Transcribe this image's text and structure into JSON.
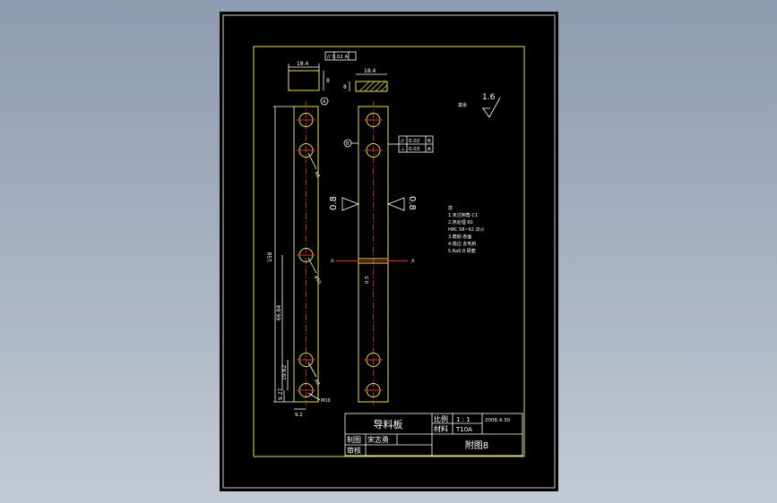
{
  "colors": {
    "background": "#9aa6b8",
    "sheet": "#000000",
    "frame": "#ffffff",
    "outline": "#e8e04a",
    "centerline": "#e0302a",
    "text": "#ffffff"
  },
  "dims": {
    "top_width_left": "18.4",
    "top_width_right": "18.4",
    "top_height_left": "8",
    "top_height_right": "8",
    "parallel_tol_top": "// 0.02 A",
    "total_length": "158",
    "dim_6684": "66.84",
    "dim_1962": "19.62",
    "dim_927": "9.27",
    "dim_92": "9.2",
    "dim_05": "0.5",
    "dim_r8": "R8",
    "thread": "M10",
    "hole_dia": "φ10",
    "roughness_08_left": "0.8",
    "roughness_08_right": "0.8",
    "roughness_16": "1.6",
    "roughness_other_label": "其余",
    "section_a_left": "A",
    "section_a_right": "A",
    "datum_a_top": "A",
    "datum_b": "B"
  },
  "tolerance_box": {
    "row1": [
      "//",
      "0.02",
      "B"
    ],
    "row2": [
      "⊥",
      "0.03",
      "A"
    ]
  },
  "notes": [
    "技",
    "1.未注倒角 C1",
    "2.热处理 60",
    "HRC 58~62  淬火",
    "3.磨削 各面",
    "4.锐边 去毛刺",
    "5.Ra0.8 研磨"
  ],
  "title_block": {
    "part_name": "导料板",
    "scale_label": "比例",
    "scale_value": "1 : 1",
    "date": "2006.4.30",
    "material_label": "材料",
    "material_value": "T10A",
    "drawn_label": "制图",
    "drawn_name": "宋志勇",
    "check_label": "审核",
    "drawing_no": "附图8"
  }
}
